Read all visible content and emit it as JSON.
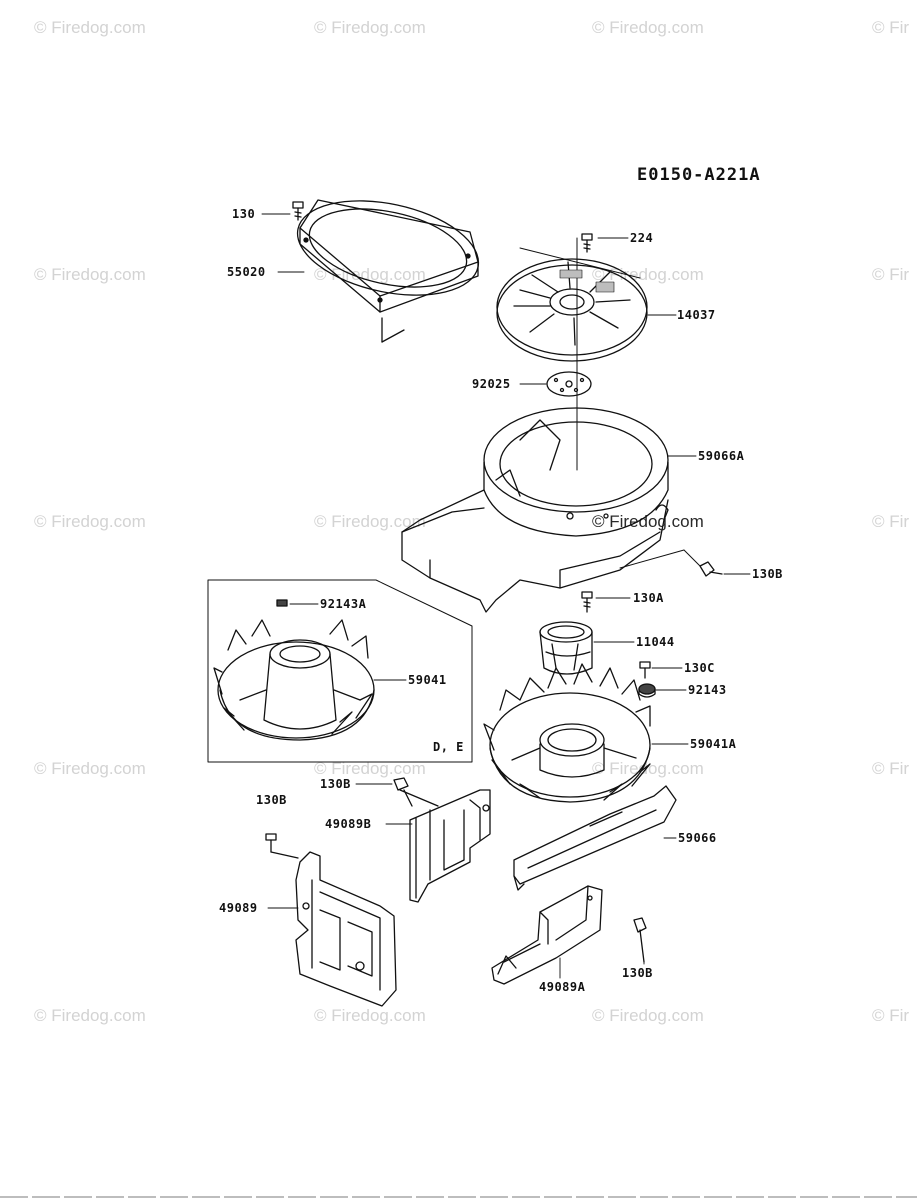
{
  "diagram_code": "E0150-A221A",
  "watermark": "© Firedog.com",
  "watermark_partial": "© Fir",
  "inset_tag": "D, E",
  "parts": {
    "p130": "130",
    "p55020": "55020",
    "p224": "224",
    "p14037": "14037",
    "p92025": "92025",
    "p59066A": "59066A",
    "p130B_right": "130B",
    "p130A": "130A",
    "p92143A": "92143A",
    "p11044": "11044",
    "p59041": "59041",
    "p130C": "130C",
    "p92143": "92143",
    "p59041A": "59041A",
    "p130B_mid": "130B",
    "p49089B": "49089B",
    "p130B_left": "130B",
    "p59066": "59066",
    "p49089": "49089",
    "p130B_bottom": "130B",
    "p49089A": "49089A"
  }
}
